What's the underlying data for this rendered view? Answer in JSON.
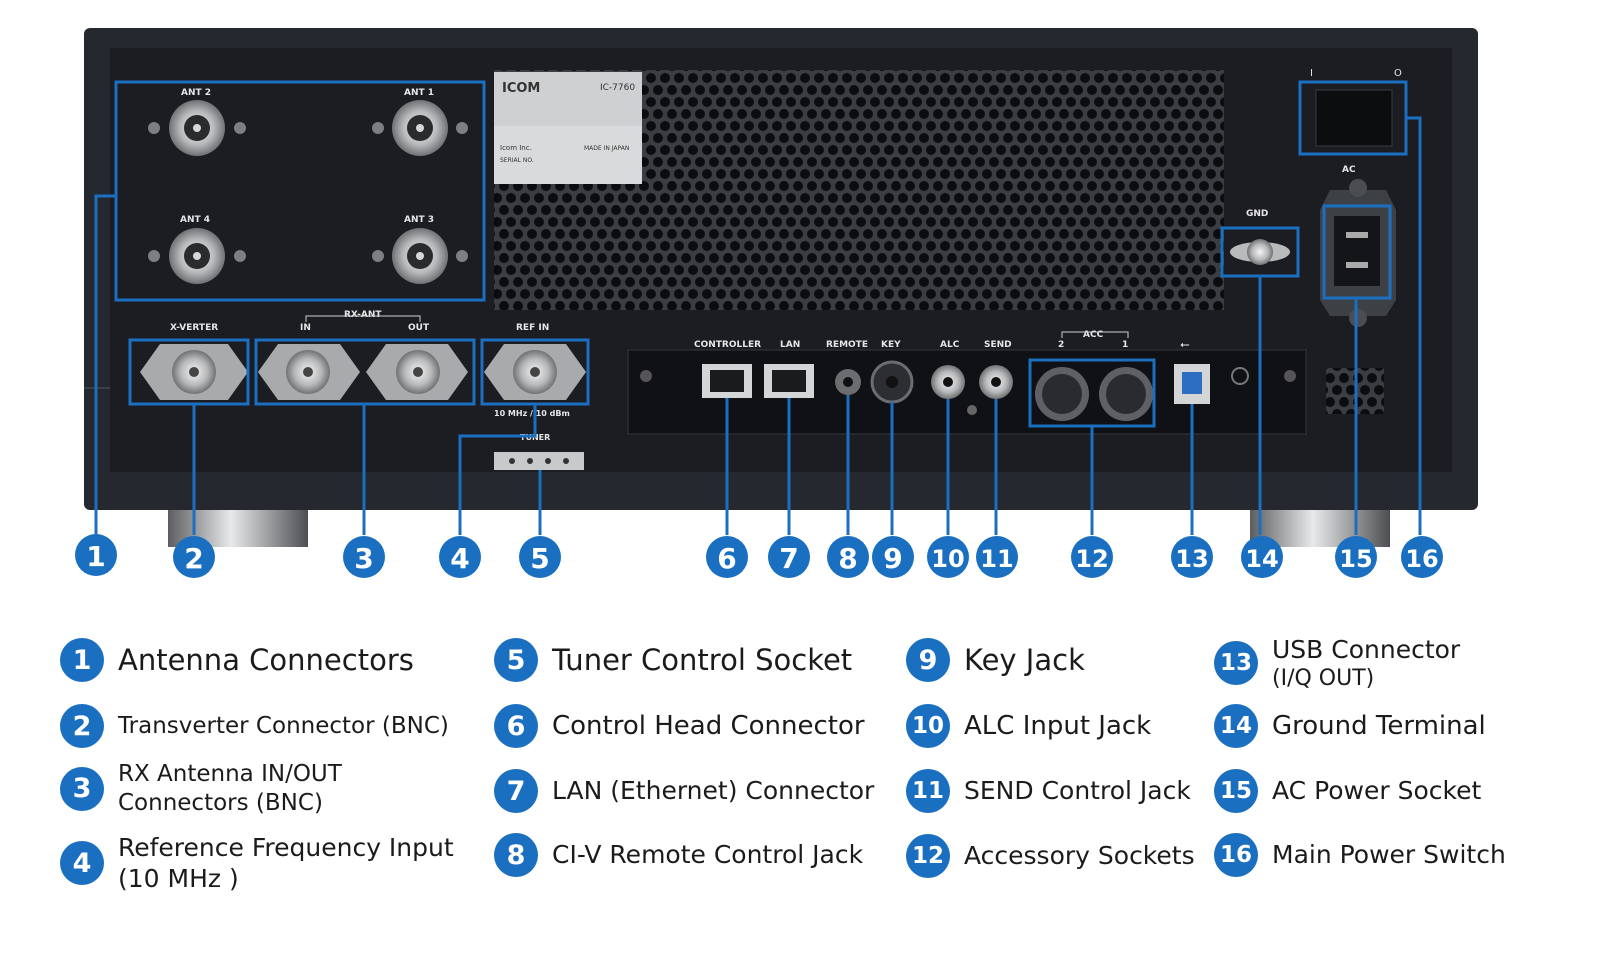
{
  "panel": {
    "ant2": "ANT 2",
    "ant1": "ANT 1",
    "ant4": "ANT 4",
    "ant3": "ANT 3",
    "xverter": "X-VERTER",
    "rxant": "RX-ANT",
    "rx_in": "IN",
    "rx_out": "OUT",
    "refin": "REF IN",
    "ref_spec": "10 MHz / 10 dBm",
    "tuner": "TUNER",
    "controller": "CONTROLLER",
    "lan": "LAN",
    "remote": "REMOTE",
    "key": "KEY",
    "alc": "ALC",
    "send": "SEND",
    "acc": "ACC",
    "acc2": "2",
    "acc1": "1",
    "gnd": "GND",
    "ac": "AC",
    "switch_on": "I",
    "switch_off": "O",
    "brand": "ICOM",
    "model": "IC-7760",
    "maker": "Icom Inc.",
    "made_in": "MADE IN JAPAN",
    "serial": "SERIAL NO."
  },
  "callouts": [
    "1",
    "2",
    "3",
    "4",
    "5",
    "6",
    "7",
    "8",
    "9",
    "10",
    "11",
    "12",
    "13",
    "14",
    "15",
    "16"
  ],
  "legend": [
    {
      "num": "1",
      "line1": "Antenna Connectors",
      "line2": ""
    },
    {
      "num": "2",
      "line1": "Transverter Connector (BNC)",
      "line2": ""
    },
    {
      "num": "3",
      "line1": "RX Antenna IN/OUT",
      "line2": "Connectors (BNC)"
    },
    {
      "num": "4",
      "line1": "Reference Frequency Input",
      "line2": "(10 MHz )"
    },
    {
      "num": "5",
      "line1": "Tuner Control Socket",
      "line2": ""
    },
    {
      "num": "6",
      "line1": "Control Head Connector",
      "line2": ""
    },
    {
      "num": "7",
      "line1": "LAN (Ethernet) Connector",
      "line2": ""
    },
    {
      "num": "8",
      "line1": "CI-V Remote Control Jack",
      "line2": ""
    },
    {
      "num": "9",
      "line1": "Key Jack",
      "line2": ""
    },
    {
      "num": "10",
      "line1": "ALC Input Jack",
      "line2": ""
    },
    {
      "num": "11",
      "line1": "SEND Control Jack",
      "line2": ""
    },
    {
      "num": "12",
      "line1": "Accessory Sockets",
      "line2": ""
    },
    {
      "num": "13",
      "line1": "USB Connector",
      "line2": "(I/Q OUT)"
    },
    {
      "num": "14",
      "line1": "Ground Terminal",
      "line2": ""
    },
    {
      "num": "15",
      "line1": "AC Power Socket",
      "line2": ""
    },
    {
      "num": "16",
      "line1": "Main Power Switch",
      "line2": ""
    }
  ],
  "colors": {
    "accent": "#1a6fc0",
    "chassis": "#22252b",
    "panel": "#15171b",
    "label": "#1b1b1b"
  }
}
